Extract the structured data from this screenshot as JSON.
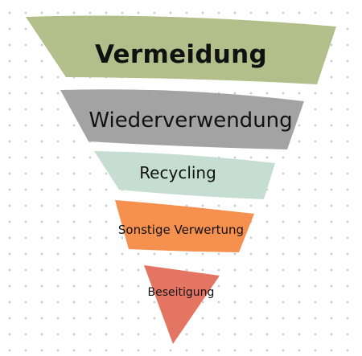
{
  "diagram": {
    "type": "waste-hierarchy-funnel",
    "tiers": [
      {
        "label": "Vermeidung",
        "color": "#b2bf8a",
        "shape": "trapezoid"
      },
      {
        "label": "Wiederverwendung",
        "color": "#a3a3a3",
        "shape": "trapezoid"
      },
      {
        "label": "Recycling",
        "color": "#c5ddd2",
        "shape": "trapezoid"
      },
      {
        "label": "Sonstige Verwertung",
        "color": "#f5904e",
        "shape": "trapezoid"
      },
      {
        "label": "Beseitigung",
        "color": "#e57563",
        "shape": "triangle"
      }
    ],
    "background": "dotted-grid"
  }
}
